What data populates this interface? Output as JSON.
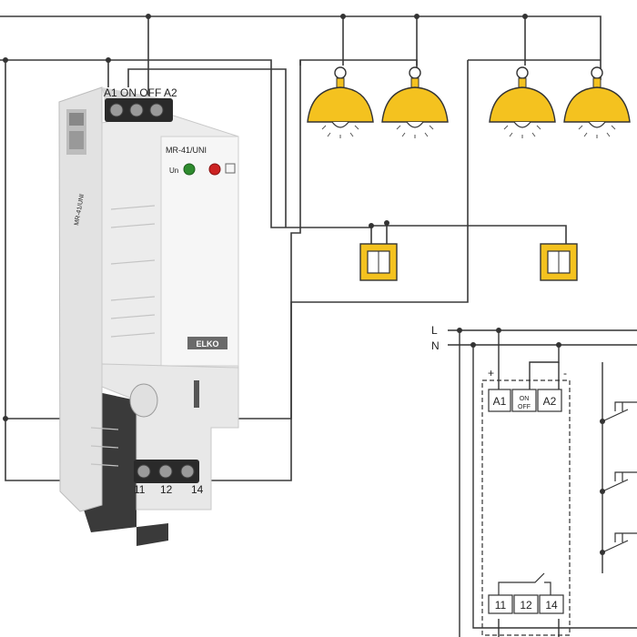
{
  "relay": {
    "top_terminals": "A1 ON OFF A2",
    "model": "MR-41/UNI",
    "led_on": "Un",
    "brand": "ELKO",
    "side_model": "MR-41/UNI",
    "bottom_terminals": [
      "11",
      "12",
      "14"
    ],
    "led_colors": {
      "on": "#2e8b2e",
      "relay": "#cc2222"
    }
  },
  "schematic": {
    "line_l": "L",
    "line_n": "N",
    "plus": "+",
    "minus": "-",
    "terminals_top": [
      "A1",
      "ON\nOFF",
      "A2"
    ],
    "terminals_top_a1": "A1",
    "terminals_top_on": "ON",
    "terminals_top_off": "OFF",
    "terminals_top_a2": "A2",
    "terminals_bottom": [
      "11",
      "12",
      "14"
    ]
  },
  "colors": {
    "lamp": "#f4c21f",
    "switch": "#f4c21f",
    "wire": "#333333",
    "relay_body": "#eeeeee"
  }
}
